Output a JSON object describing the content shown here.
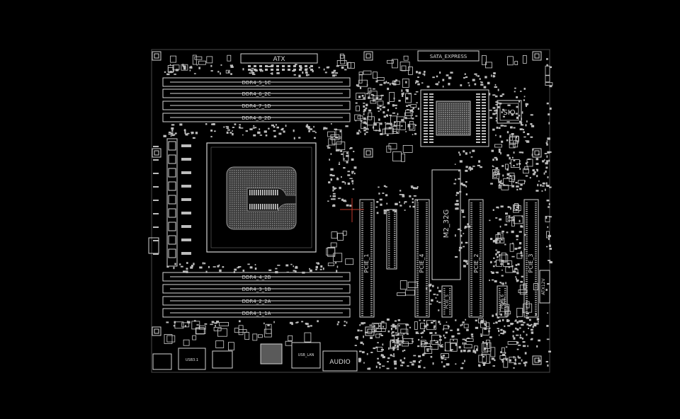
{
  "theme": {
    "background": "#000000",
    "outline": "#d4d4d4",
    "pad": "#bdbdbd",
    "label": "#d8d8d8",
    "cursor": "#c0392b"
  },
  "labels": {
    "atx": "ATX",
    "sata_express": "SATA_EXPRESS",
    "sio": "SIO",
    "m2": "M2_32G",
    "audio": "AUDIO",
    "atx12v": "ATX12V",
    "pcie_a": "PCIE_1",
    "pcie_b": "PCIE_4",
    "pcie_c": "PCIE_2",
    "pcie_d": "PCIE_3",
    "pcie_e": "PCIE_5",
    "pcie_f": "PCIE_6",
    "usb31": "USB3.1",
    "usb_lan": "USB_LAN",
    "dimms_top": [
      "DDR4_5_1C",
      "DDR4_6_2C",
      "DDR4_7_1D",
      "DDR4_8_2D"
    ],
    "dimms_bottom": [
      "DDR4_4_2B",
      "DDR4_3_1B",
      "DDR4_2_2A",
      "DDR4_1_1A"
    ]
  }
}
